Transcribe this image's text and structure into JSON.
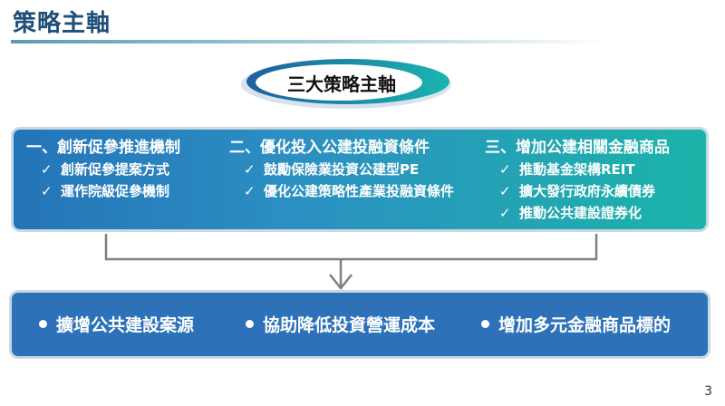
{
  "title": "策略主軸",
  "badge": "三大策略主軸",
  "columns": [
    {
      "heading": "一、創新促參推進機制",
      "items": [
        "創新促參提案方式",
        "運作院級促參機制"
      ]
    },
    {
      "heading": "二、優化投入公建投融資條件",
      "items": [
        "鼓勵保險業投資公建型PE",
        "優化公建策略性產業投融資條件"
      ]
    },
    {
      "heading": "三、增加公建相關金融商品",
      "items": [
        "推動基金架構REIT",
        "擴大發行政府永續債券",
        "推動公共建設證券化"
      ]
    }
  ],
  "check_glyph": "✓",
  "outcomes": [
    "擴增公共建設案源",
    "協助降低投資營運成本",
    "增加多元金融商品標的"
  ],
  "page_number": "3"
}
